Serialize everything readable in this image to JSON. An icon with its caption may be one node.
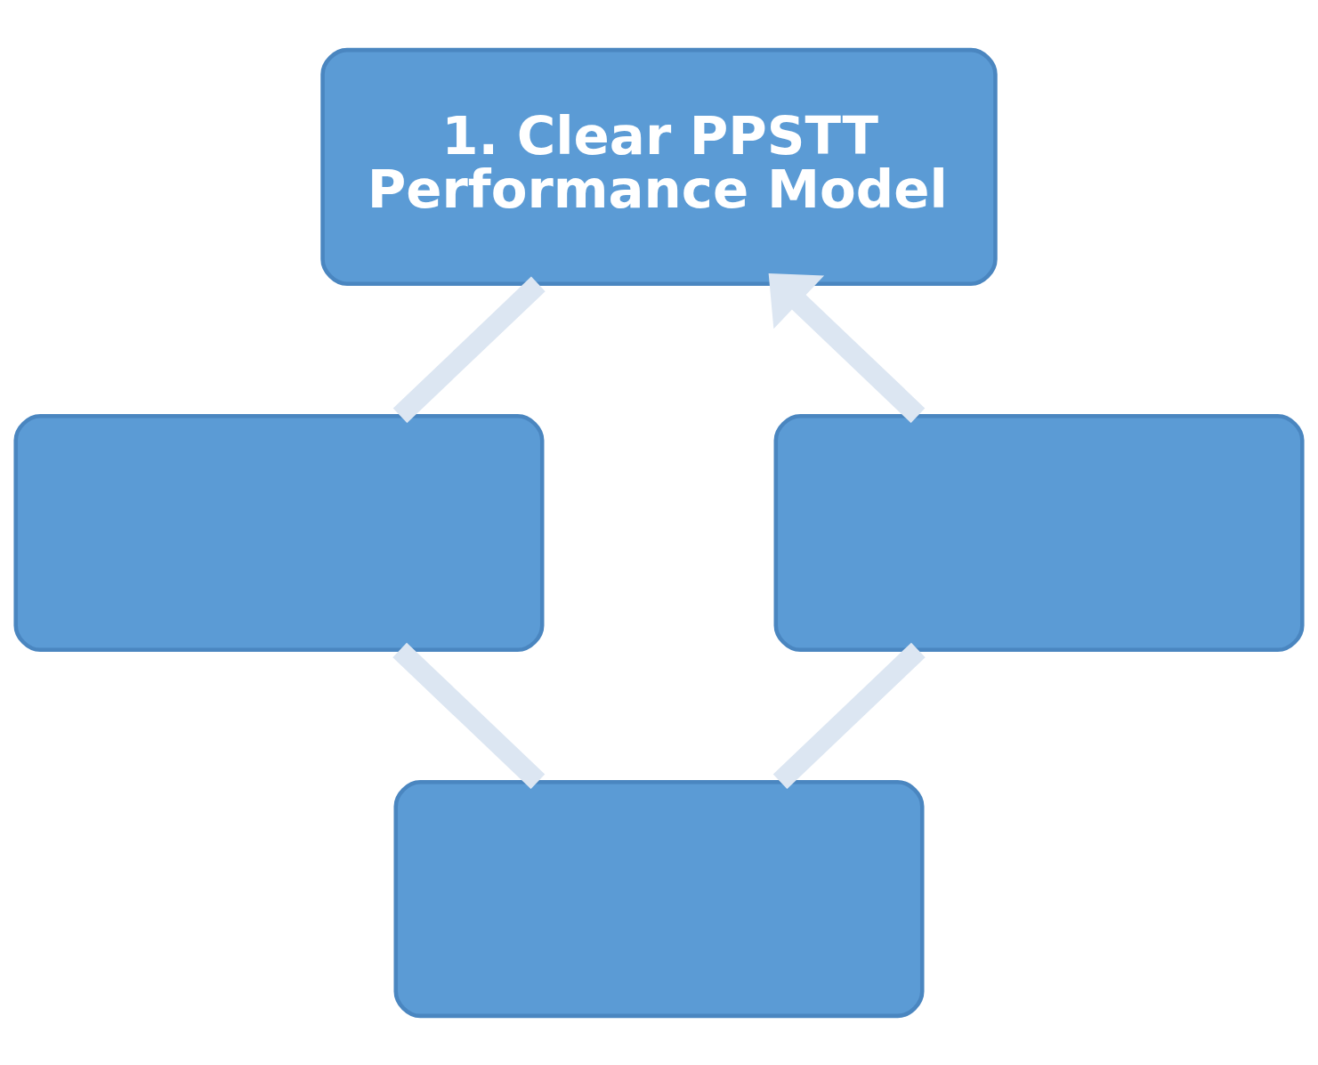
{
  "diagram": {
    "nodes": [
      {
        "text": [
          "1. Clear PPSTT Performance Model"
        ]
      },
      {
        "text": [],
        "shape": "box"
      },
      {
        "text": [],
        "shape": "box"
      },
      {
        "text": [],
        "shape": "box"
      }
    ],
    "edges": [
      {
        "from": 0,
        "to": 2,
        "arrow": "none"
      },
      {
        "from": 2,
        "to": 3,
        "arrow": "none"
      },
      {
        "from": 3,
        "to": 1,
        "arrow": "none"
      },
      {
        "from": 1,
        "to": 0,
        "arrow": "to"
      }
    ]
  }
}
